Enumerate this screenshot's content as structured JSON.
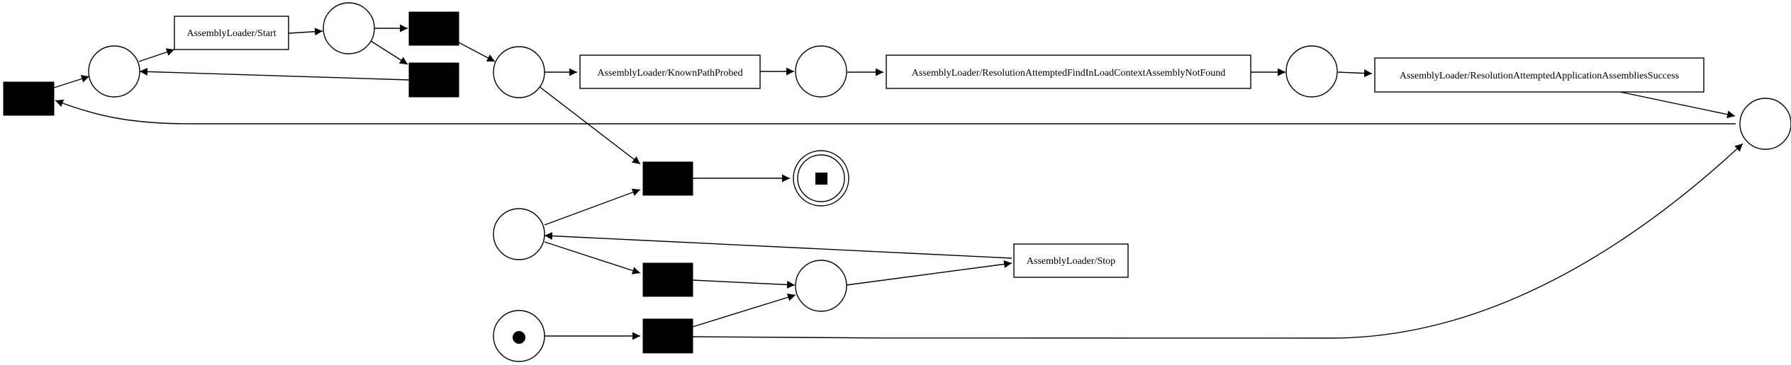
{
  "diagram": {
    "labels": {
      "t_start": "AssemblyLoader/Start",
      "t_known": "AssemblyLoader/KnownPathProbed",
      "t_notfound": "AssemblyLoader/ResolutionAttemptedFindInLoadContextAssemblyNotFound",
      "t_success": "AssemblyLoader/ResolutionAttemptedApplicationAssembliesSuccess",
      "t_stop": "AssemblyLoader/Stop"
    },
    "initial_marking": "source place holds one token",
    "final_marking": "sink place (double circle) marked"
  }
}
